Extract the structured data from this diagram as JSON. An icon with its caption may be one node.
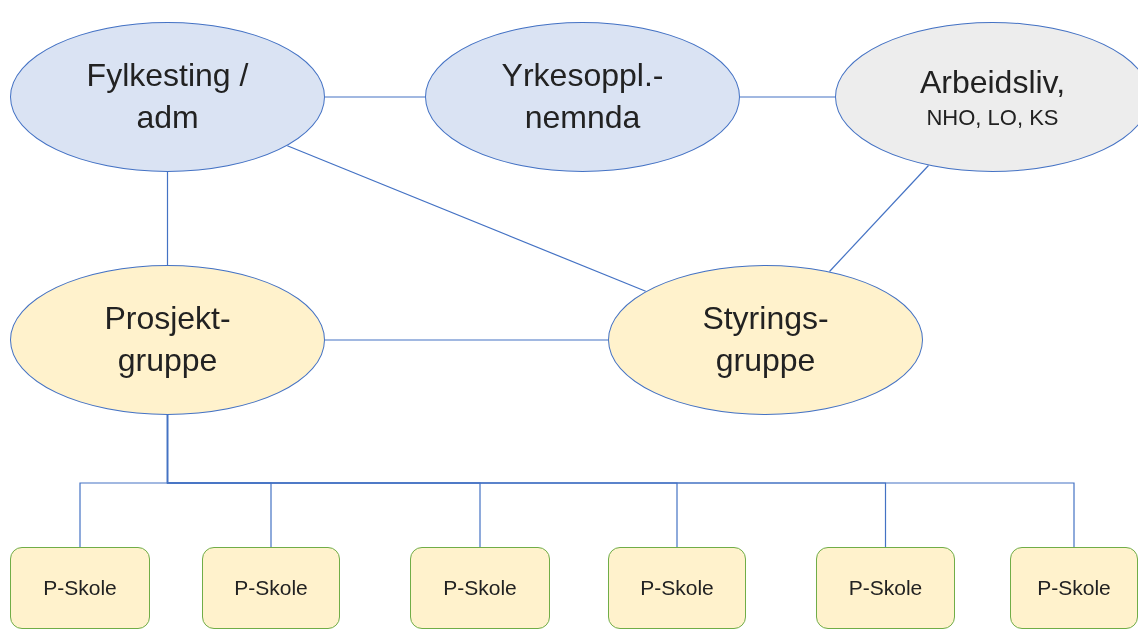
{
  "diagram": {
    "nodes": [
      {
        "text": [
          "Fylkesting / adm"
        ]
      },
      {
        "text": [
          "Yrkesoppl.- nemnda"
        ]
      },
      {
        "text": [
          "Arbeidsliv,",
          "NHO, LO, KS"
        ]
      },
      {
        "text": [
          "Prosjekt- gruppe"
        ]
      },
      {
        "text": [
          "Styrings- gruppe"
        ]
      },
      {
        "text": [
          "P-Skole"
        ]
      },
      {
        "text": [
          "P-Skole"
        ]
      },
      {
        "text": [
          "P-Skole"
        ]
      },
      {
        "text": [
          "P-Skole"
        ]
      },
      {
        "text": [
          "P-Skole"
        ]
      },
      {
        "text": [
          "P-Skole"
        ]
      }
    ],
    "edges": [
      {
        "from": 0,
        "to": 1,
        "arrow": "none"
      },
      {
        "from": 1,
        "to": 2,
        "arrow": "none"
      },
      {
        "from": 0,
        "to": 3,
        "arrow": "none"
      },
      {
        "from": 0,
        "to": 4,
        "arrow": "none"
      },
      {
        "from": 2,
        "to": 4,
        "arrow": "none"
      },
      {
        "from": 3,
        "to": 4,
        "arrow": "none"
      },
      {
        "from": 3,
        "to": 5,
        "arrow": "none"
      },
      {
        "from": 3,
        "to": 6,
        "arrow": "none"
      },
      {
        "from": 3,
        "to": 7,
        "arrow": "none"
      },
      {
        "from": 3,
        "to": 8,
        "arrow": "none"
      },
      {
        "from": 3,
        "to": 9,
        "arrow": "none"
      },
      {
        "from": 3,
        "to": 10,
        "arrow": "none"
      }
    ]
  }
}
